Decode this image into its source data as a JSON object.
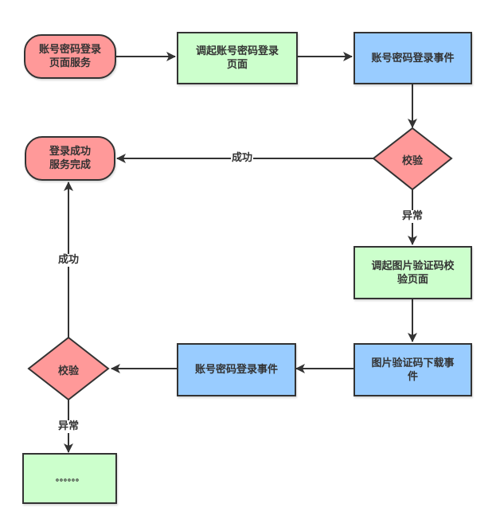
{
  "colors": {
    "terminal_fill": "#ff9999",
    "process_green_fill": "#ccffcc",
    "event_blue_fill": "#99ccff",
    "decision_fill": "#ff9999",
    "stroke": "#333333"
  },
  "nodes": {
    "start": {
      "line1": "账号密码登录",
      "line2": "页面服务"
    },
    "open_login_page": {
      "line1": "调起账号密码登录",
      "line2": "页面"
    },
    "login_event_1": {
      "label": "账号密码登录事件"
    },
    "check_1": {
      "label": "校验"
    },
    "success_end": {
      "line1": "登录成功",
      "line2": "服务完成"
    },
    "open_captcha_page": {
      "line1": "调起图片验证码校",
      "line2": "验页面"
    },
    "captcha_download_event": {
      "line1": "图片验证码下载事",
      "line2": "件"
    },
    "login_event_2": {
      "label": "账号密码登录事件"
    },
    "check_2": {
      "label": "校验"
    },
    "ellipsis_box": {
      "label": "。。。。。。"
    }
  },
  "edge_labels": {
    "check1_success": "成功",
    "check1_exception": "异常",
    "check2_success": "成功",
    "check2_exception": "异常"
  }
}
